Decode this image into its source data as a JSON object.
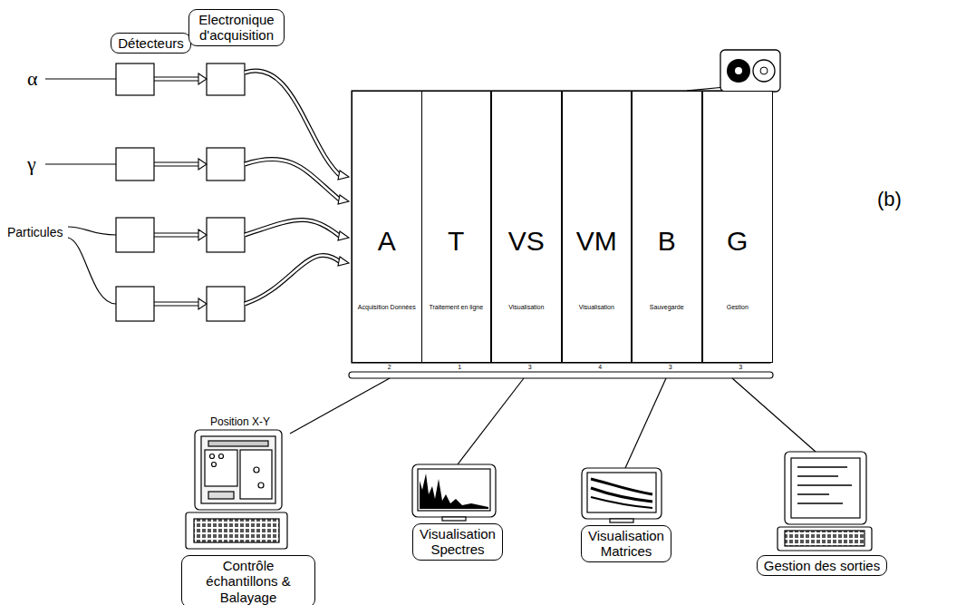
{
  "diagram": {
    "nodes": [
      {
        "text": [
          "Détecteurs"
        ]
      },
      {
        "text": [
          "Electronique d'acquisition"
        ]
      },
      {
        "text": [
          "A",
          "Acquisition Données"
        ]
      },
      {
        "text": [
          "T",
          "Traitement en ligne"
        ]
      },
      {
        "text": [
          "VS",
          "Visualisation"
        ]
      },
      {
        "text": [
          "VM",
          "Visualisation"
        ]
      },
      {
        "text": [
          "B",
          "Sauvegarde"
        ]
      },
      {
        "text": [
          "G",
          "Gestion"
        ]
      },
      {
        "text": [
          "Contrôle échantillons & Balayage"
        ]
      },
      {
        "text": [
          "Visualisation Spectres"
        ]
      },
      {
        "text": [
          "Visualisation Matrices"
        ]
      },
      {
        "text": [
          "Gestion des sorties"
        ]
      }
    ],
    "labels": [
      "α",
      "γ",
      "Particules",
      "(b)",
      "Position X-Y",
      "2",
      "1",
      "3",
      "4",
      "3",
      "3"
    ]
  }
}
